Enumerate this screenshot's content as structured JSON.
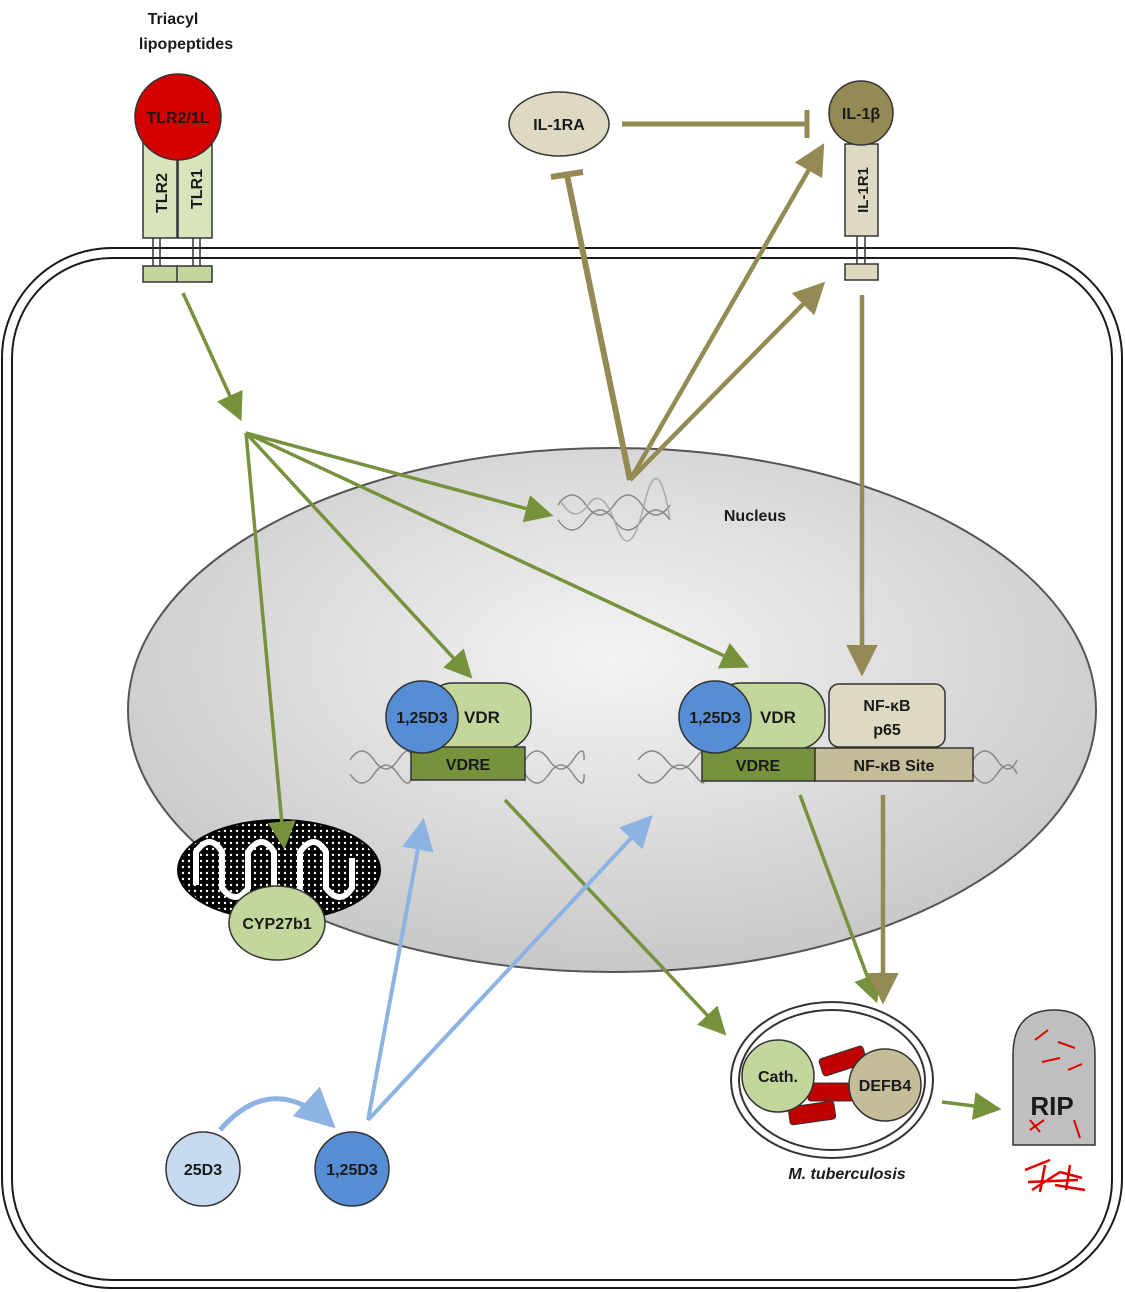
{
  "labels": {
    "triacyl_line1": "Triacyl",
    "triacyl_line2": "lipopeptides",
    "tlr21": "TLR2/1L",
    "tlr2": "TLR2",
    "tlr1": "TLR1",
    "il1ra": "IL-1RA",
    "il1b": "IL-1β",
    "il1r1": "IL-1R1",
    "nucleus": "Nucleus",
    "d3_a": "1,25D3",
    "vdr_a": "VDR",
    "vdre_a": "VDRE",
    "d3_b": "1,25D3",
    "vdr_b": "VDR",
    "vdre_b": "VDRE",
    "nfkb_line1": "NF-κB",
    "nfkb_line2": "p65",
    "nfkb_site": "NF-κB Site",
    "cyp27b1": "CYP27b1",
    "d3_25": "25D3",
    "d3_125": "1,25D3",
    "cath": "Cath.",
    "defb4": "DEFB4",
    "mtb": "M. tuberculosis",
    "rip": "RIP"
  },
  "colors": {
    "green_arrow": "#76923c",
    "tan_arrow": "#948a54",
    "blue_arrow": "#8db3e2",
    "tlr_ligand": "#d40000",
    "receptor_fill": "#d7e4bc",
    "vdr_fill": "#c3d69b",
    "vdre_fill": "#76923c",
    "d3_dark": "#558ed5",
    "d3_light": "#c6d9f1",
    "tan_fill": "#ddd9c3",
    "il1b_fill": "#948a54",
    "defb4_fill": "#c4bd97",
    "nucleus_fill": "#e0e0e0",
    "tombstone": "#bfbfbf",
    "bacteria_red": "#c00000"
  }
}
